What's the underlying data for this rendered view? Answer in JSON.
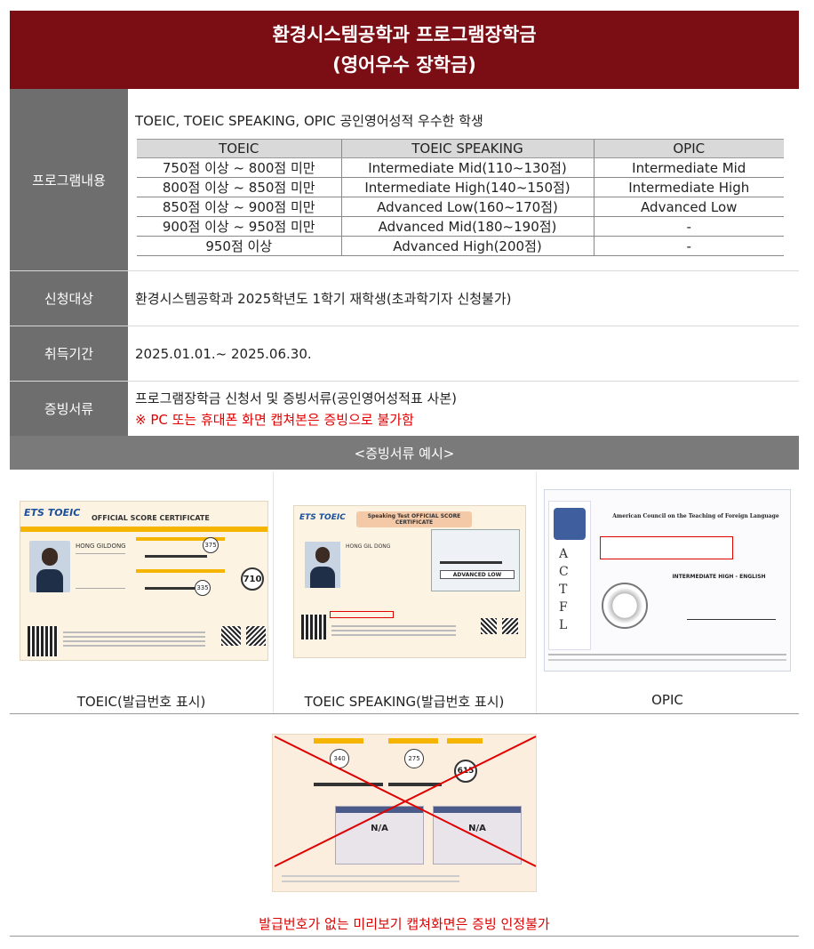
{
  "title": {
    "line1": "환경시스템공학과 프로그램장학금",
    "line2": "(영어우수 장학금)"
  },
  "program": {
    "label": "프로그램내용",
    "intro": "TOEIC, TOEIC SPEAKING, OPIC 공인영어성적 우수한 학생",
    "headers": [
      "TOEIC",
      "TOEIC SPEAKING",
      "OPIC"
    ],
    "rows": [
      [
        "750점 이상 ~ 800점 미만",
        "Intermediate Mid(110~130점)",
        "Intermediate Mid"
      ],
      [
        "800점 이상 ~ 850점 미만",
        "Intermediate High(140~150점)",
        "Intermediate High"
      ],
      [
        "850점 이상 ~ 900점 미만",
        "Advanced Low(160~170점)",
        "Advanced Low"
      ],
      [
        "900점 이상 ~ 950점 미만",
        "Advanced Mid(180~190점)",
        "-"
      ],
      [
        "950점 이상",
        "Advanced High(200점)",
        "-"
      ]
    ]
  },
  "target": {
    "label": "신청대상",
    "text": "환경시스템공학과 2025학년도 1학기 재학생(초과학기자 신청불가)"
  },
  "period": {
    "label": "취득기간",
    "text": "2025.01.01.~ 2025.06.30."
  },
  "documents": {
    "label": "증빙서류",
    "text": "프로그램장학금 신청서 및 증빙서류(공인영어성적표 사본)",
    "warning": "※ PC 또는 휴대폰 화면 캡쳐본은 증빙으로 불가함"
  },
  "examples": {
    "title": "<증빙서류 예시>",
    "captions": [
      "TOEIC(발급번호 표시)",
      "TOEIC SPEAKING(발급번호 표시)",
      "OPIC"
    ],
    "toeic_cert": {
      "brand": "ETS TOEIC",
      "heading": "OFFICIAL SCORE CERTIFICATE",
      "name": "HONG GILDONG",
      "total": "710",
      "listening": "375",
      "reading": "335"
    },
    "speaking_cert": {
      "brand": "ETS TOEIC",
      "heading": "Speaking Test OFFICIAL SCORE CERTIFICATE",
      "name": "HONG GIL DONG",
      "level": "ADVANCED LOW"
    },
    "opic_cert": {
      "heading": "American Council on the Teaching of Foreign Language",
      "level": "INTERMEDIATE HIGH - ENGLISH",
      "letters": [
        "A",
        "C",
        "T",
        "F",
        "L"
      ]
    },
    "invalid": {
      "listening": "340",
      "reading": "275",
      "total": "615",
      "speaking": "N/A",
      "writing": "N/A",
      "caption": "발급번호가 없는 미리보기 캡쳐화면은 증빙 인정불가"
    }
  },
  "colors": {
    "header": "#7b0d14",
    "label_bg": "#6e6e6e",
    "warning": "#e00000"
  }
}
